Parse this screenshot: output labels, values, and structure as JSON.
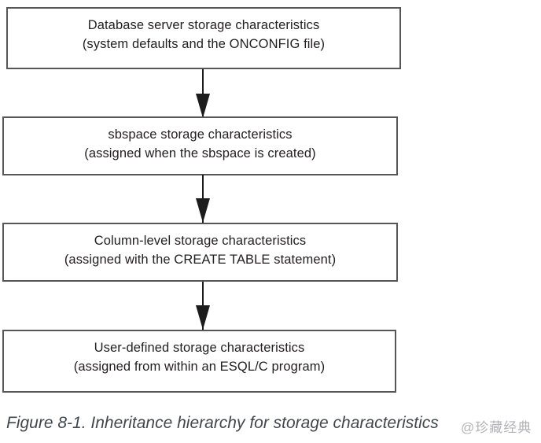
{
  "figure": {
    "boxes": [
      {
        "line1": "Database server storage characteristics",
        "line2": "(system defaults and the ONCONFIG file)"
      },
      {
        "line1": "sbspace storage characteristics",
        "line2": "(assigned when the sbspace is created)"
      },
      {
        "line1": "Column-level storage characteristics",
        "line2": "(assigned with the CREATE TABLE statement)"
      },
      {
        "line1": "User-defined storage characteristics",
        "line2": "(assigned from within an ESQL/C program)"
      }
    ],
    "caption": "Figure 8-1. Inheritance hierarchy for storage characteristics",
    "watermark": "@珍藏经典",
    "colors": {
      "background": "#ffffff",
      "box_border": "#56565a",
      "box_text": "#232021",
      "arrow": "#1c1c1c",
      "caption_text": "#41474d",
      "watermark": "#a0a0a6"
    }
  }
}
